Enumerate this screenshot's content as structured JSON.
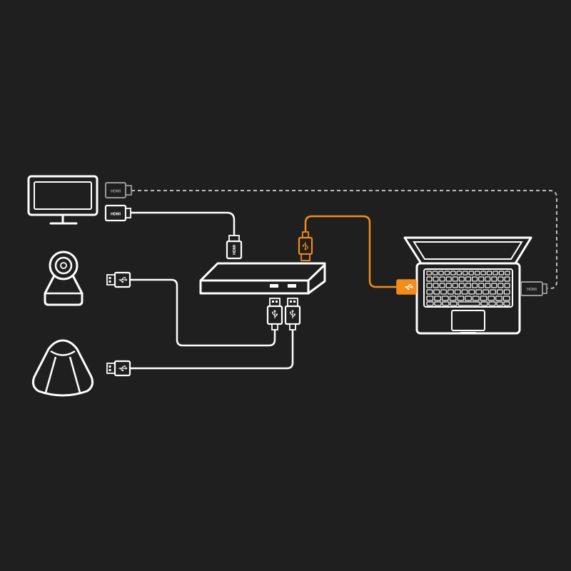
{
  "colors": {
    "background": "#1f1f1f",
    "line": "#ffffff",
    "accent": "#f28c1a",
    "dashed": "#bdbdbd",
    "dim": "#9a9a9a"
  },
  "devices": [
    {
      "name": "monitor",
      "icon": "monitor-icon"
    },
    {
      "name": "ptz-camera",
      "icon": "ptz-camera-icon"
    },
    {
      "name": "speakerphone",
      "icon": "speakerphone-icon"
    },
    {
      "name": "usb-hub",
      "icon": "hub-device-icon"
    },
    {
      "name": "laptop",
      "icon": "laptop-icon"
    }
  ],
  "connectors": {
    "hdmi_label": "HDMI",
    "usb_symbol": "usb-symbol-icon"
  }
}
